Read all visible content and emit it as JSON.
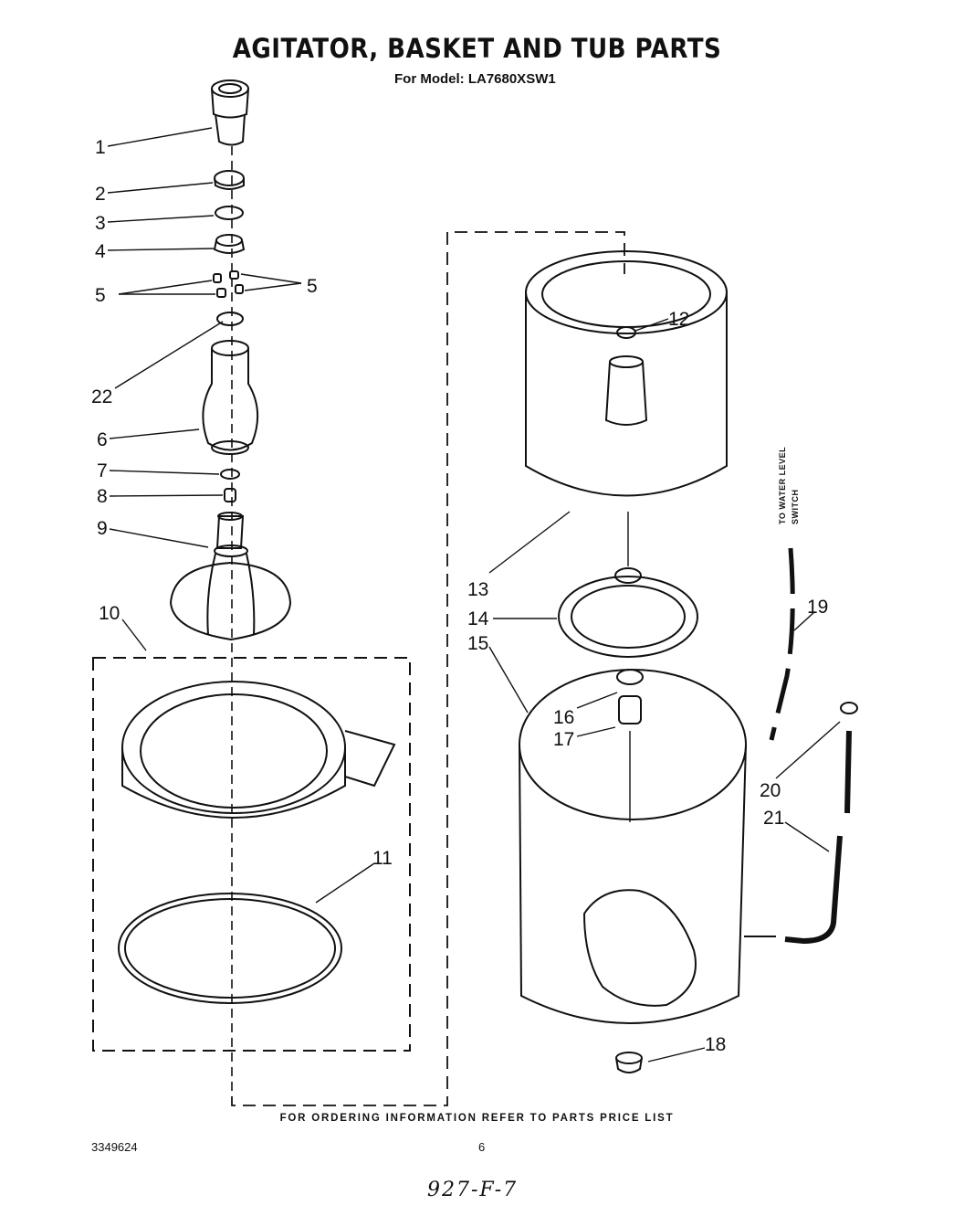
{
  "header": {
    "title": "AGITATOR, BASKET AND TUB PARTS",
    "model_line": "For Model: LA7680XSW1"
  },
  "side_label": {
    "line1": "TO WATER LEVEL",
    "line2": "SWITCH"
  },
  "callouts": [
    "1",
    "2",
    "3",
    "4",
    "5",
    "5",
    "22",
    "6",
    "7",
    "8",
    "9",
    "10",
    "11",
    "12",
    "13",
    "14",
    "15",
    "16",
    "17",
    "18",
    "19",
    "20",
    "21"
  ],
  "footer": {
    "ordering_note": "FOR ORDERING INFORMATION REFER TO PARTS PRICE LIST",
    "doc_number": "3349624",
    "page_number": "6",
    "handwritten_note": "927-F-7"
  }
}
